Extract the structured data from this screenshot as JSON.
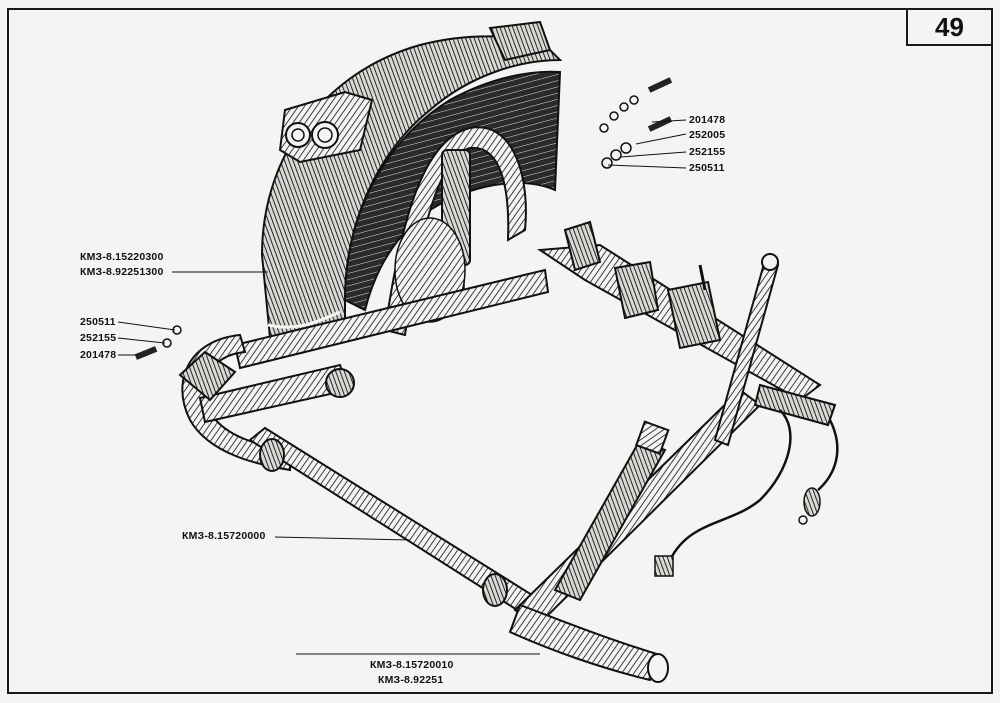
{
  "page": {
    "number": "49"
  },
  "labels": {
    "fender_part": "КМЗ-8.15220300",
    "fender_assembly": "КМЗ-8.92251300",
    "left_nut": "250511",
    "left_washer": "252155",
    "left_bolt": "201478",
    "top_bolt": "201478",
    "top_washer_a": "252005",
    "top_washer_b": "252155",
    "top_nut": "250511",
    "front_tube": "КМЗ-8.15720000",
    "frame_part": "КМЗ-8.15720010",
    "frame_assembly": "КМЗ-8.92251"
  },
  "colors": {
    "ink": "#111111",
    "paper": "#f4f4f2"
  }
}
